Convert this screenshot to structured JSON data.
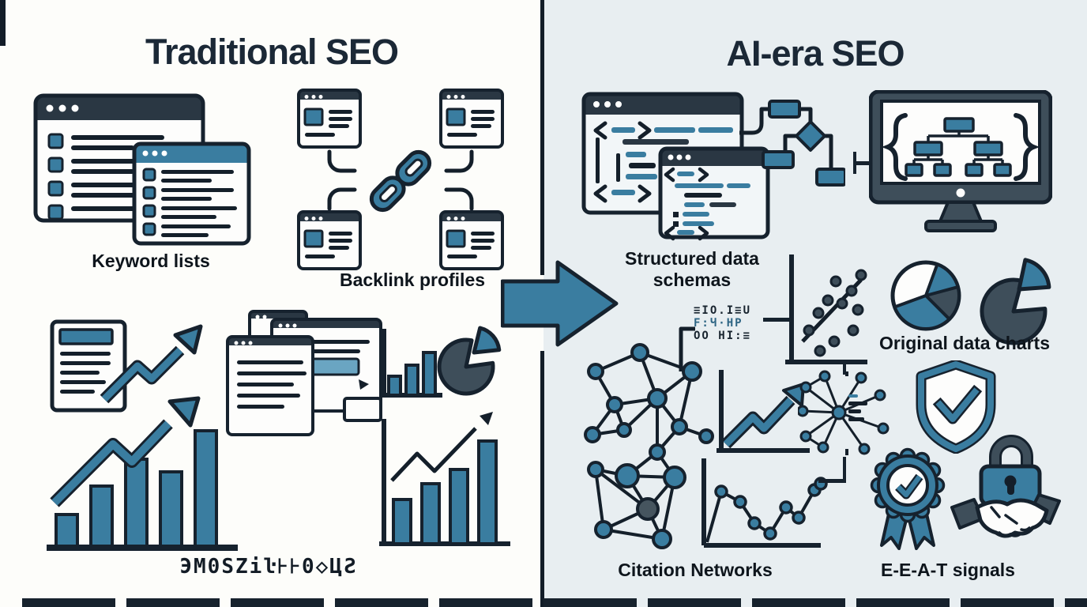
{
  "left_panel": {
    "title": "Traditional SEO",
    "keyword_lists_label": "Keyword lists",
    "backlink_profiles_label": "Backlink profiles",
    "glyph_caption": "ЭM0SZiŀ⊦⊦0◇ЦƧ"
  },
  "right_panel": {
    "title": "AI-era SEO",
    "structured_data_label_line1": "Structured data",
    "structured_data_label_line2": "schemas",
    "original_data_charts_label": "Original data charts",
    "citation_networks_label": "Citation Networks",
    "eeat_signals_label": "E-E-A-T signals",
    "glyph_code_lines": [
      "≡IO.I≡U",
      "F:Ч·HP",
      "OO HI:≡"
    ]
  },
  "colors": {
    "left_background": "#fdfdfa",
    "right_background": "#e8eef1",
    "accent_teal": "#3a7da0",
    "dark_navy": "#2a3743",
    "slate": "#3e4e5a",
    "ink_outline": "#16222e",
    "label_text": "#0e151c"
  },
  "icons": [
    "keyword-lists-icon",
    "backlink-profiles-icon",
    "chain-link-icon",
    "document-growth-icon",
    "bar-chart-growth-icon",
    "serp-windows-icon",
    "mini-bar-pie-icon",
    "line-bar-chart-icon",
    "right-arrow-icon",
    "code-windows-icon",
    "flowchart-icon",
    "monitor-schema-icon",
    "glyph-code-block",
    "scatter-plot-icon",
    "pie-chart-icon",
    "exploded-pie-chart-icon",
    "citation-network-icon",
    "growth-line-chart-icon",
    "dots-line-chart-icon",
    "neural-network-icon",
    "shield-check-icon",
    "badge-check-icon",
    "padlock-icon",
    "handshake-icon"
  ]
}
